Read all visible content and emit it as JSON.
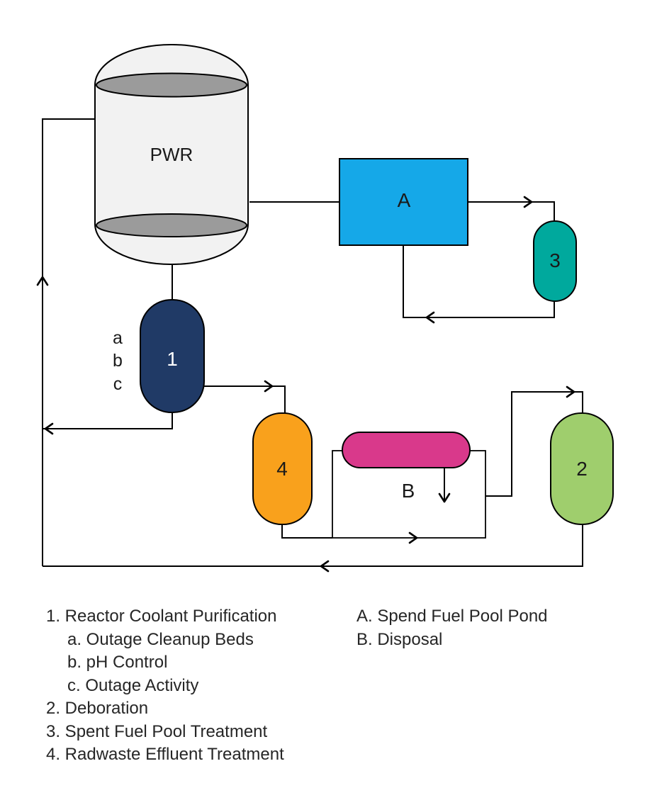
{
  "colors": {
    "line": "#000000",
    "vessel_body": "#F2F2F2",
    "vessel_cap": "#9B9B9B",
    "pool_blue": "#15A8E8",
    "teal": "#00A99D",
    "navy": "#203A66",
    "orange": "#F9A11C",
    "magenta": "#D9398B",
    "green": "#9FCE6D",
    "box_white": "#FFFFFF"
  },
  "diagram": {
    "reactor_label": "PWR",
    "pool_label": "A",
    "disposal_label": "B",
    "purification_label": "1",
    "deboration_label": "2",
    "spent_fuel_treatment_label": "3",
    "radwaste_label": "4",
    "bed_labels": [
      "a",
      "b",
      "c"
    ]
  },
  "legend": {
    "left": [
      {
        "text": "1. Reactor Coolant Purification",
        "indent": false
      },
      {
        "text": "a. Outage Cleanup Beds",
        "indent": true
      },
      {
        "text": "b. pH Control",
        "indent": true
      },
      {
        "text": "c. Outage Activity",
        "indent": true
      },
      {
        "text": "2. Deboration",
        "indent": false
      },
      {
        "text": "3. Spent Fuel Pool Treatment",
        "indent": false
      },
      {
        "text": "4. Radwaste Effluent Treatment",
        "indent": false
      }
    ],
    "right": [
      "A. Spend Fuel Pool Pond",
      "B. Disposal"
    ]
  }
}
